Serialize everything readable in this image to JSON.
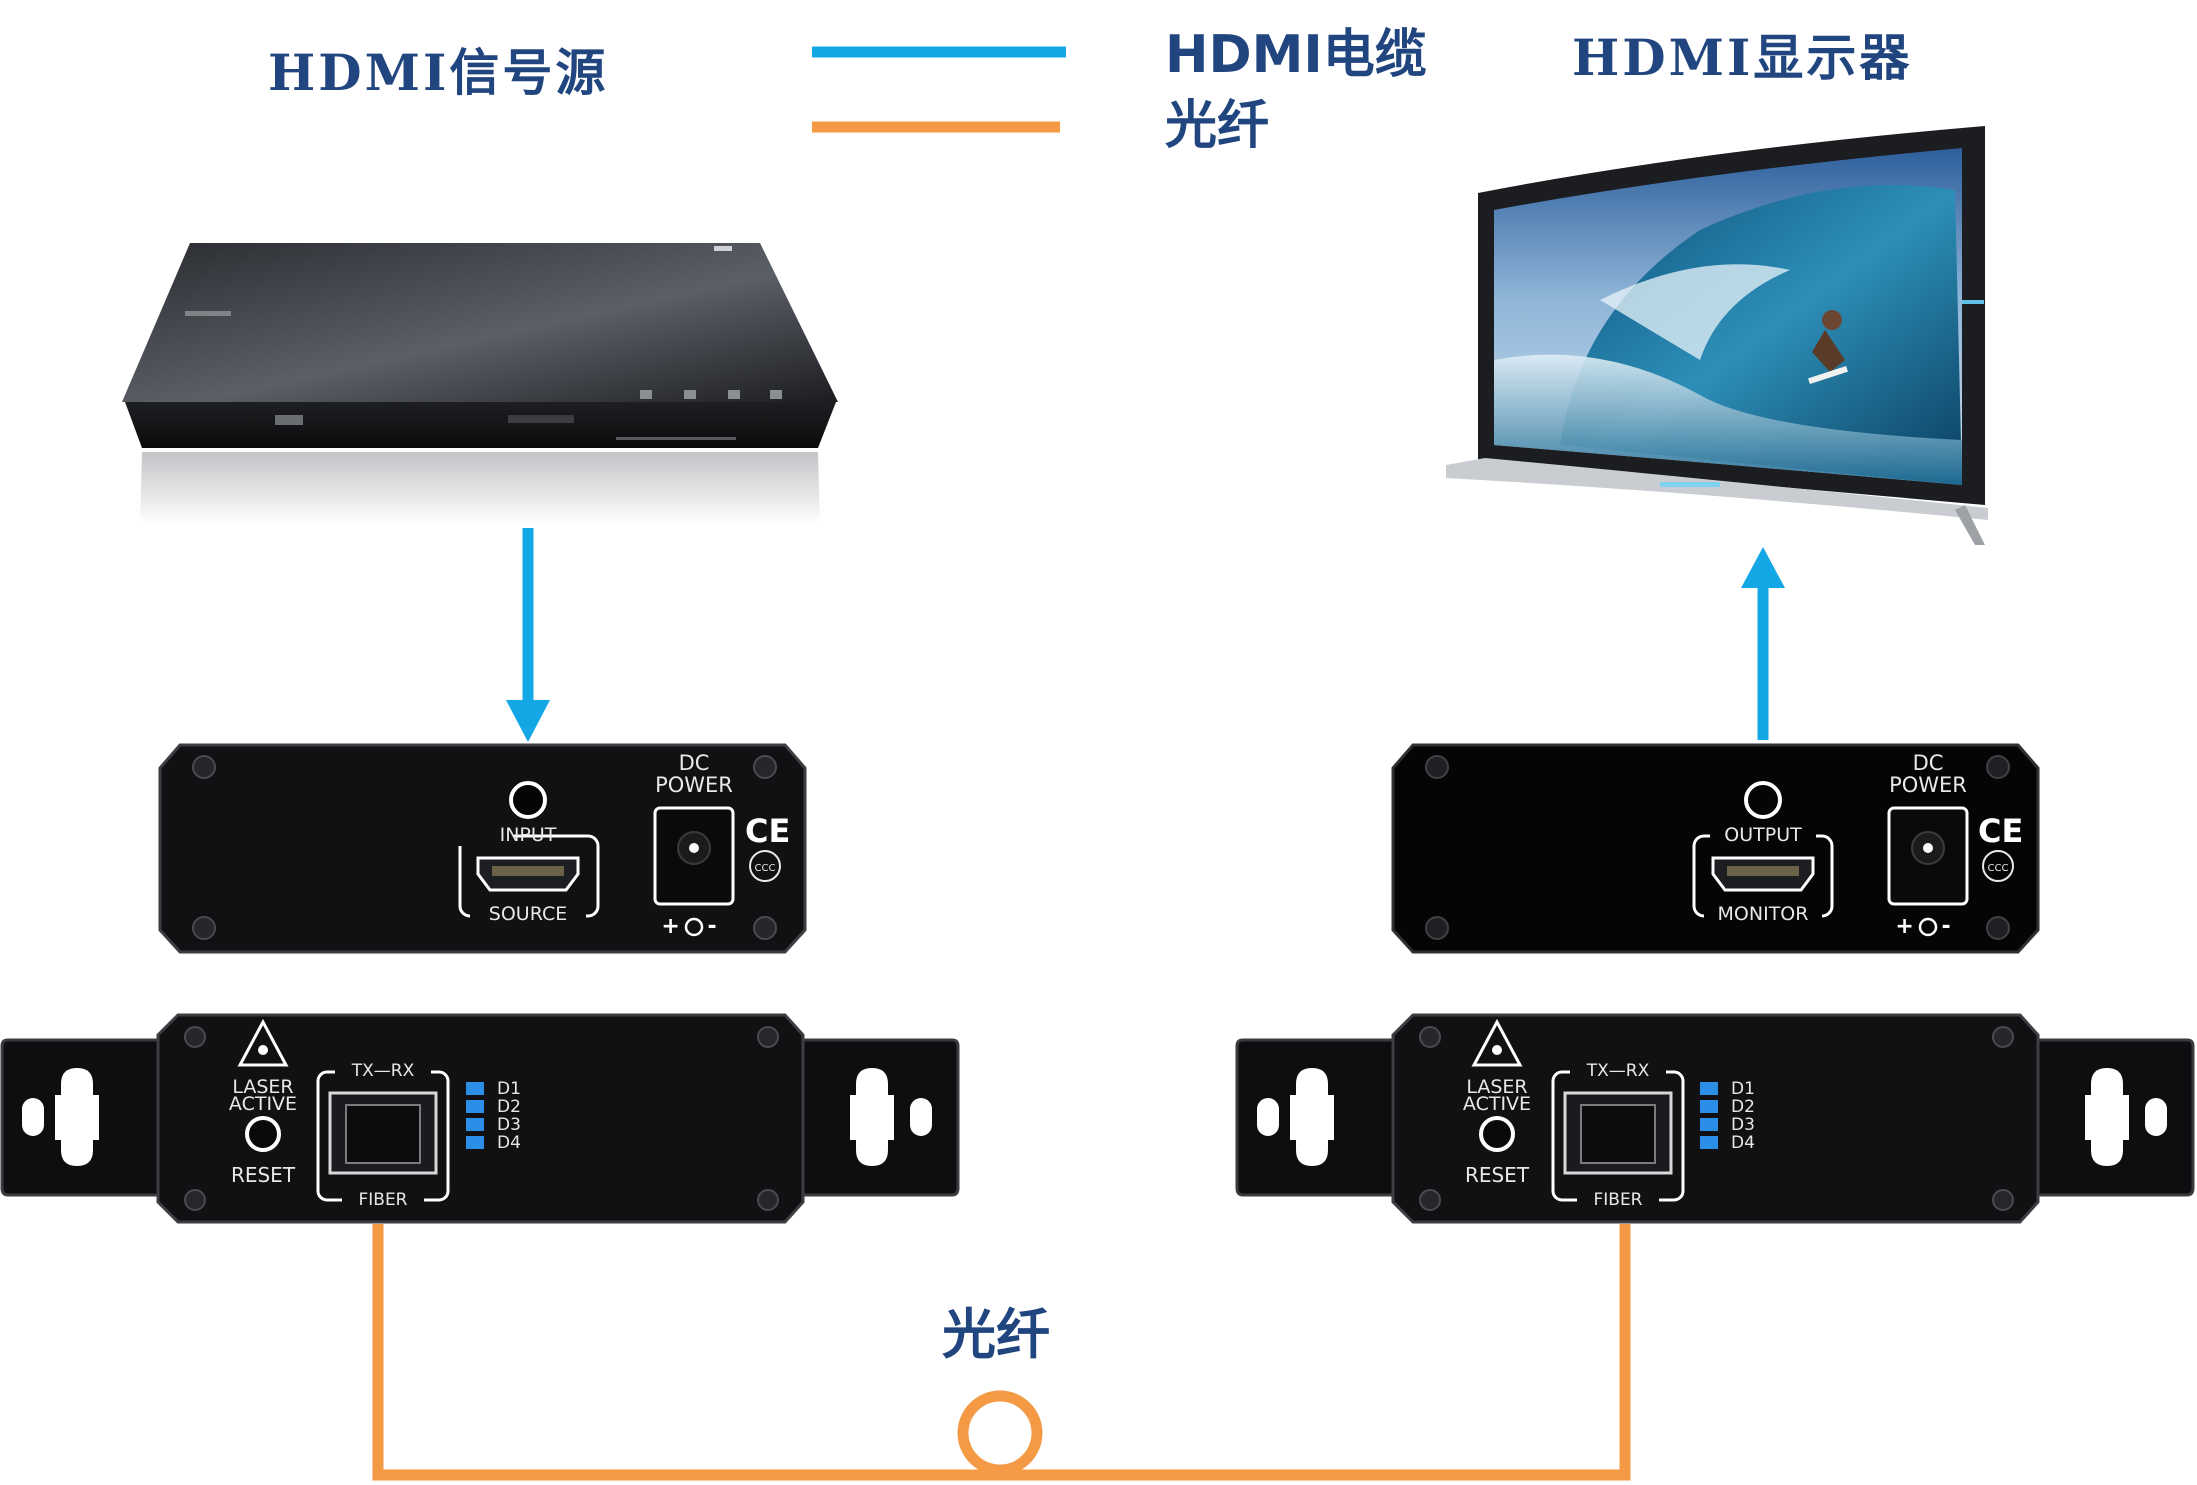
{
  "labels": {
    "source": "HDMI信号源",
    "display": "HDMI显示器",
    "fiber_bottom": "光纤"
  },
  "legend": {
    "hdmi_cable": "HDMI电缆",
    "fiber": "光纤",
    "hdmi_color": "#14a7e5",
    "fiber_color": "#f49a45"
  },
  "devices": {
    "source_device": "blu-ray-player",
    "display_device": "curved-tv",
    "transmitter": {
      "port_top": "INPUT",
      "port_bottom": "SOURCE",
      "power_l1": "DC",
      "power_l2": "POWER",
      "polarity": "+ -",
      "ce_mark": "CE",
      "ccc_mark": "CCC"
    },
    "receiver": {
      "port_top": "OUTPUT",
      "port_bottom": "MONITOR",
      "power_l1": "DC",
      "power_l2": "POWER",
      "polarity": "+ -",
      "ce_mark": "CE",
      "ccc_mark": "CCC"
    },
    "fiber_panel": {
      "laser_l1": "LASER",
      "laser_l2": "ACTIVE",
      "reset": "RESET",
      "txrx": "TX—RX",
      "fiber": "FIBER",
      "leds": [
        "D1",
        "D2",
        "D3",
        "D4"
      ],
      "led_color": "#2b8fe8"
    }
  }
}
